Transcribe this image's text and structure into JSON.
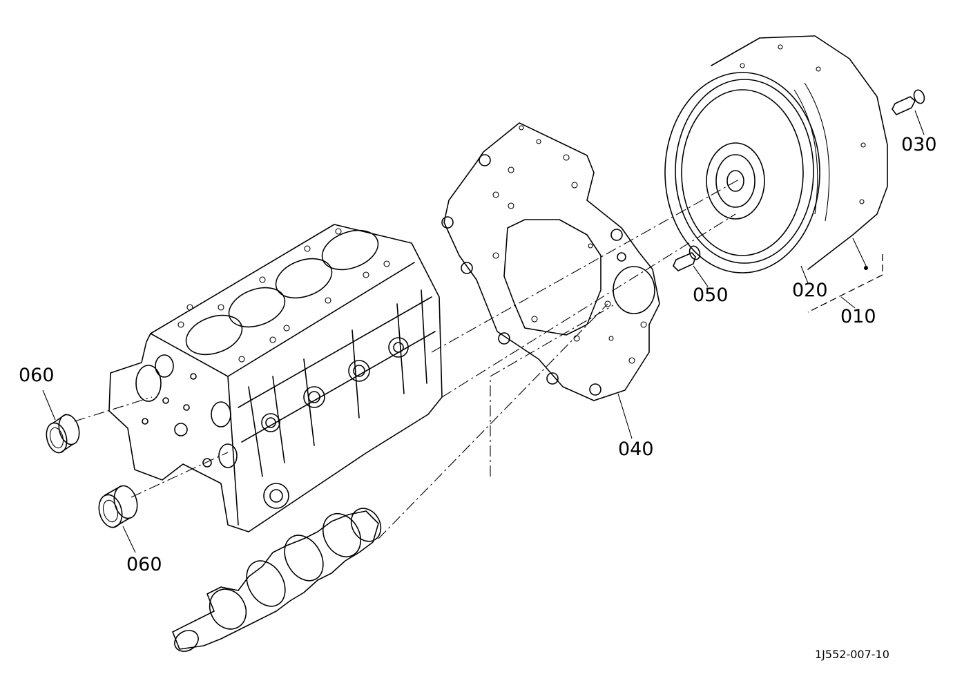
{
  "callouts": [
    {
      "id": "010",
      "text": "010"
    },
    {
      "id": "020",
      "text": "020"
    },
    {
      "id": "030",
      "text": "030"
    },
    {
      "id": "040",
      "text": "040"
    },
    {
      "id": "050",
      "text": "050"
    },
    {
      "id": "060a",
      "text": "060"
    },
    {
      "id": "060b",
      "text": "060"
    }
  ],
  "drawing_code": "1J552-007-10"
}
